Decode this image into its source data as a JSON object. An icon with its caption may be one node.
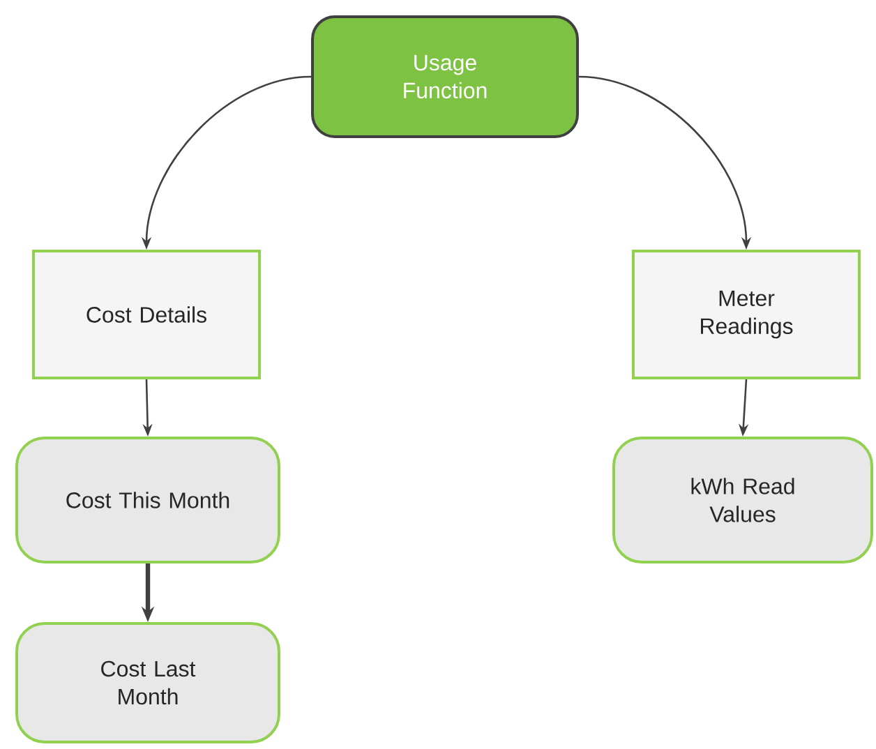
{
  "diagram": {
    "nodes": [
      {
        "text": [
          "Usage Function"
        ]
      },
      {
        "text": [
          "Cost Details"
        ]
      },
      {
        "text": [
          "Meter Readings"
        ]
      },
      {
        "text": [
          "Cost This Month"
        ]
      },
      {
        "text": [
          "kWh Read Values"
        ]
      },
      {
        "text": [
          "Cost Last Month"
        ]
      }
    ],
    "edges": [
      {
        "from": 0,
        "to": 1,
        "arrow": "to"
      },
      {
        "from": 0,
        "to": 2,
        "arrow": "to"
      },
      {
        "from": 1,
        "to": 3,
        "arrow": "to"
      },
      {
        "from": 2,
        "to": 4,
        "arrow": "to"
      },
      {
        "from": 3,
        "to": 5,
        "arrow": "to",
        "style": "thick"
      }
    ]
  }
}
